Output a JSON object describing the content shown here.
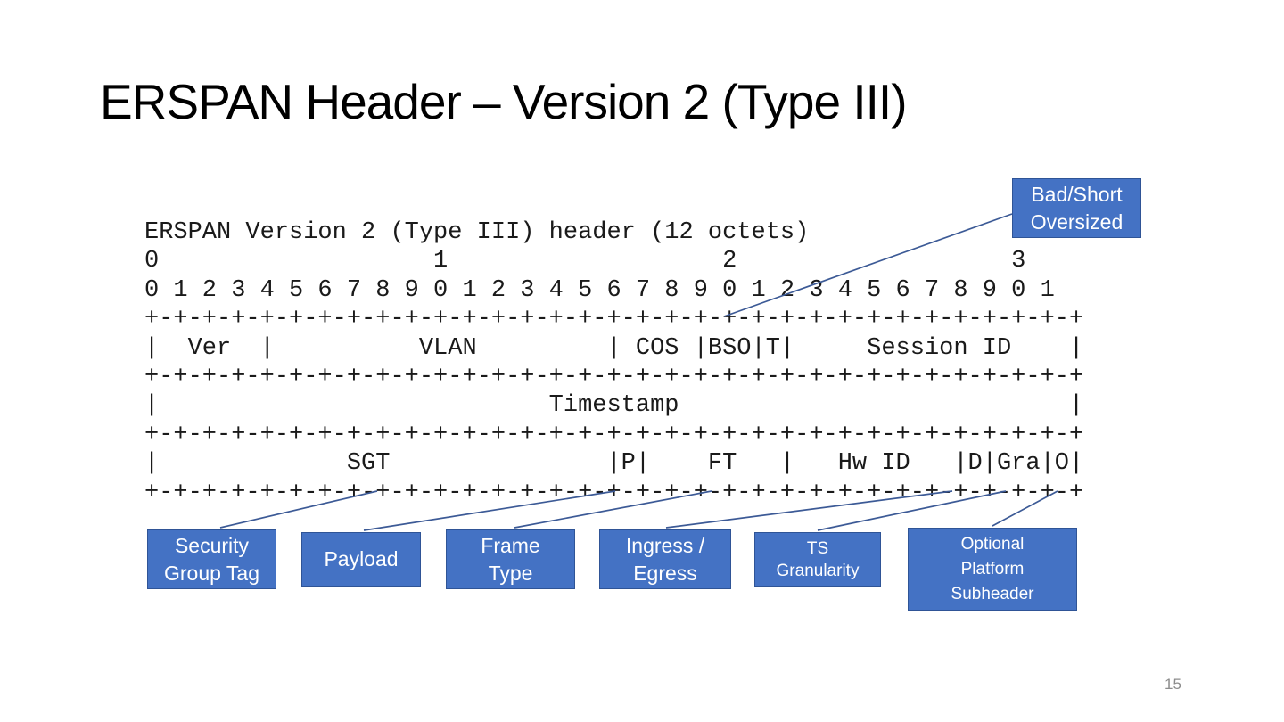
{
  "slide": {
    "title": "ERSPAN Header – Version 2 (Type III)",
    "page_number": "15"
  },
  "diagram": {
    "ascii": "ERSPAN Version 2 (Type III) header (12 octets)\n0                   1                   2                   3\n0 1 2 3 4 5 6 7 8 9 0 1 2 3 4 5 6 7 8 9 0 1 2 3 4 5 6 7 8 9 0 1\n+-+-+-+-+-+-+-+-+-+-+-+-+-+-+-+-+-+-+-+-+-+-+-+-+-+-+-+-+-+-+-+-+\n|  Ver  |          VLAN         | COS |BSO|T|     Session ID    |\n+-+-+-+-+-+-+-+-+-+-+-+-+-+-+-+-+-+-+-+-+-+-+-+-+-+-+-+-+-+-+-+-+\n|                           Timestamp                           |\n+-+-+-+-+-+-+-+-+-+-+-+-+-+-+-+-+-+-+-+-+-+-+-+-+-+-+-+-+-+-+-+-+\n|             SGT               |P|    FT   |   Hw ID   |D|Gra|O|\n+-+-+-+-+-+-+-+-+-+-+-+-+-+-+-+-+-+-+-+-+-+-+-+-+-+-+-+-+-+-+-+-+"
  },
  "callouts": {
    "bad_short_oversized": {
      "lines": [
        "Bad/Short",
        "Oversized"
      ]
    },
    "security_group_tag": {
      "lines": [
        "Security",
        "Group Tag"
      ]
    },
    "payload": {
      "lines": [
        "Payload"
      ]
    },
    "frame_type": {
      "lines": [
        "Frame",
        "Type"
      ]
    },
    "ingress_egress": {
      "lines": [
        "Ingress /",
        "Egress"
      ]
    },
    "ts_granularity": {
      "lines": [
        "TS",
        "Granularity"
      ]
    },
    "optional_platform_subheader": {
      "lines": [
        "Optional",
        "Platform",
        "Subheader"
      ]
    }
  },
  "colors": {
    "box-fill": "#4472C4",
    "box-border": "#2F5496",
    "connector": "#3C5A96",
    "title": "#000000",
    "diagram-text": "#1A1A1A",
    "page-number": "#8C8C8C"
  }
}
